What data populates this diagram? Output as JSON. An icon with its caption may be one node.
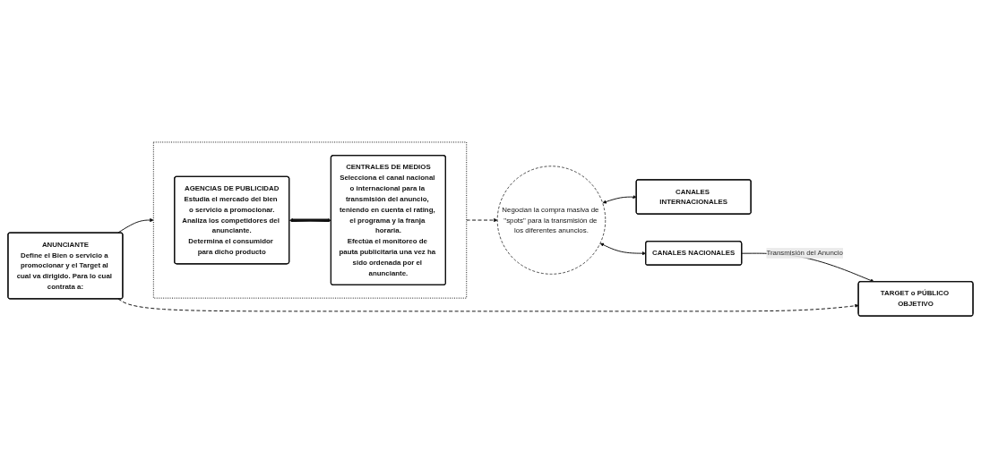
{
  "diagram": {
    "nodes": [
      {
        "text": [
          "ANUNCIANTE",
          "Define el Bien o servicio a promocionar y el Target al cual va dirigido. Para lo cual contrata a:"
        ]
      },
      {
        "text": [],
        "shape": "box"
      },
      {
        "text": [
          "AGENCIAS DE PUBLICIDAD",
          "Estudia el mercado del bien o servicio a promocionar.",
          "Analiza los competidores del anunciante.",
          "Determina el consumidor para dicho producto"
        ],
        "in": 1
      },
      {
        "text": [
          "CENTRALES DE MEDIOS",
          "Selecciona el canal nacional o internacional para la transmisión del anuncio, teniendo en cuenta el rating, el programa y la franja horaria.",
          "Efectúa el monitoreo de pauta publicitaria una vez ha sido ordenada por el anunciante."
        ],
        "in": 1
      },
      {
        "text": [
          "Negocian la compra masiva de \"spots\" para la transmisión de los diferentes anuncios."
        ]
      },
      {
        "text": [
          "CANALES INTERNACIONALES"
        ]
      },
      {
        "text": [
          "CANALES NACIONALES"
        ]
      },
      {
        "text": [
          "TARGET o PÚBLICO OBJETIVO"
        ]
      }
    ],
    "edges": [
      {
        "from": 0,
        "to": 1,
        "arrow": "to"
      },
      {
        "from": 2,
        "to": 3,
        "arrow": "both",
        "style": "thick"
      },
      {
        "from": 1,
        "to": 4,
        "arrow": "to",
        "style": "dashed"
      },
      {
        "from": 4,
        "to": 5,
        "arrow": "both"
      },
      {
        "from": 4,
        "to": 6,
        "arrow": "both"
      },
      {
        "from": 6,
        "to": 7,
        "arrow": "to",
        "label": "Transmisión del Anuncio"
      },
      {
        "from": 0,
        "to": 7,
        "arrow": "to",
        "style": "dashed"
      }
    ]
  }
}
